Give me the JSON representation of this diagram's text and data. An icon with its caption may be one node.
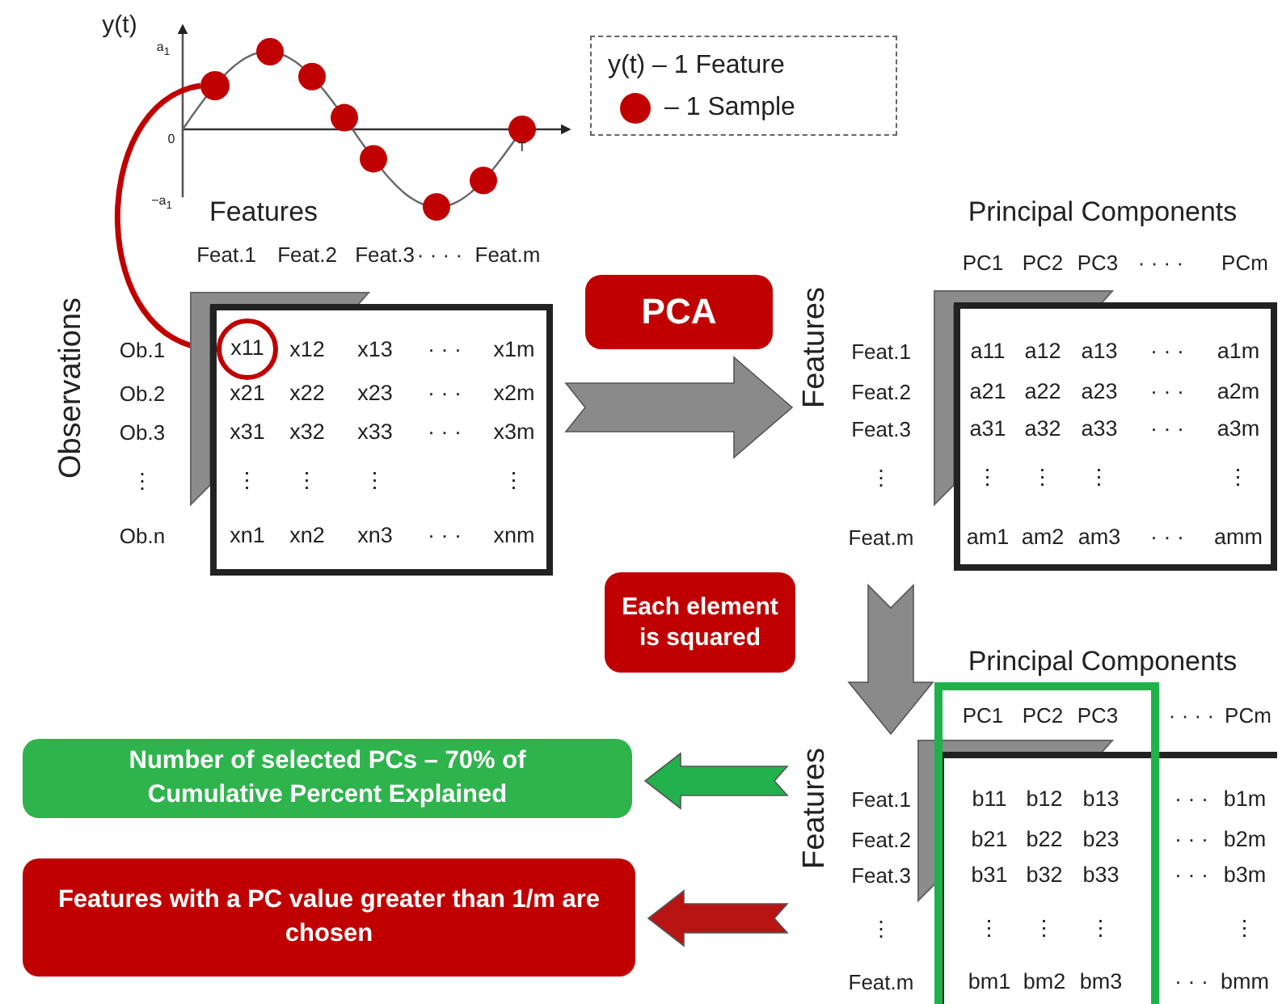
{
  "diagram": {
    "nodes": [
      {
        "text": [],
        "shape": "circle"
      },
      {
        "text": [
          "Features",
          "Observations",
          "Feat.1",
          "Feat.2",
          "Feat.3",
          "· · · ·",
          "Feat.m",
          "Ob.1",
          "Ob.2",
          "Ob.3",
          "⋮",
          "Ob.n",
          "x12",
          "x13",
          "· · ·",
          "x1m",
          "x21",
          "x22",
          "x23",
          "· · ·",
          "x2m",
          "x31",
          "x32",
          "x33",
          "· · ·",
          "x3m",
          "⋮",
          "⋮",
          "⋮",
          "⋮",
          "xn1",
          "xn2",
          "xn3",
          "· · ·",
          "xnm"
        ]
      },
      {
        "text": [
          "x11"
        ],
        "in": 1
      },
      {
        "text": [
          "PCA"
        ]
      },
      {
        "text": [
          "Principal Components",
          "Features",
          "PC1",
          "PC2",
          "PC3",
          "· · · ·",
          "PCm",
          "Feat.1",
          "Feat.2",
          "Feat.3",
          "⋮",
          "Feat.m",
          "a11",
          "a12",
          "a13",
          "· · ·",
          "a1m",
          "a21",
          "a22",
          "a23",
          "· · ·",
          "a2m",
          "a31",
          "a32",
          "a33",
          "· · ·",
          "a3m",
          "⋮",
          "⋮",
          "⋮",
          "⋮",
          "am1",
          "am2",
          "am3",
          "· · ·",
          "amm"
        ]
      },
      {
        "text": [
          "Each element is squared"
        ]
      },
      {
        "text": [
          "Principal Components",
          "Features",
          "· · · ·",
          "PCm",
          "Feat.1",
          "Feat.2",
          "Feat.3",
          "⋮",
          "Feat.m",
          "· · ·",
          "b1m",
          "· · ·",
          "b2m",
          "· · ·",
          "b3m",
          "⋮",
          "· · ·",
          "bmm"
        ]
      },
      {
        "text": [
          "PC1",
          "PC2",
          "PC3",
          "b11",
          "b12",
          "b13",
          "b21",
          "b22",
          "b23",
          "b31",
          "b32",
          "b33",
          "⋮",
          "⋮",
          "⋮",
          "bm1",
          "bm2",
          "bm3"
        ]
      },
      {
        "text": [
          "Number of selected PCs – 70% of Cumulative Percent Explained"
        ]
      },
      {
        "text": [
          "Features with a PC value greater than 1/m are chosen"
        ]
      }
    ],
    "edges": [
      {
        "from": 0,
        "to": 2,
        "arrow": "to",
        "color": "#c00000"
      },
      {
        "from": 1,
        "to": 4,
        "arrow": "to",
        "style": "thick",
        "color": "#8a8a8a"
      },
      {
        "from": 4,
        "to": 6,
        "arrow": "to",
        "style": "thick",
        "color": "#8a8a8a"
      },
      {
        "from": 6,
        "to": 8,
        "arrow": "to",
        "style": "thick",
        "color": "#22b14c"
      },
      {
        "from": 6,
        "to": 9,
        "arrow": "to",
        "style": "thick",
        "color": "#b81414"
      }
    ],
    "labels": [
      "y(t)",
      "a$_{1}$",
      "0",
      "−a$_{1}$",
      "T"
    ],
    "legend": [
      {
        "text": "y(t) – 1 Feature"
      },
      {
        "text": "– 1 Sample",
        "color": "#c00000"
      }
    ]
  }
}
